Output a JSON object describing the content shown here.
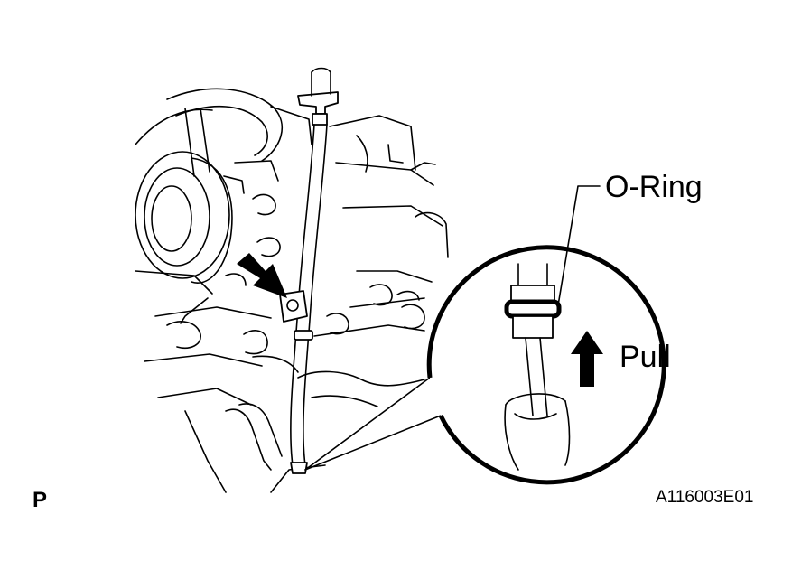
{
  "labels": {
    "oring": "O-Ring",
    "pull": "Pull",
    "view": "P",
    "figure_code": "A116003E01"
  },
  "icons": {
    "location_arrow": "bolt-location-arrow-icon",
    "pull_arrow": "pull-up-arrow-icon"
  },
  "colors": {
    "ink": "#000000",
    "paper": "#ffffff"
  }
}
